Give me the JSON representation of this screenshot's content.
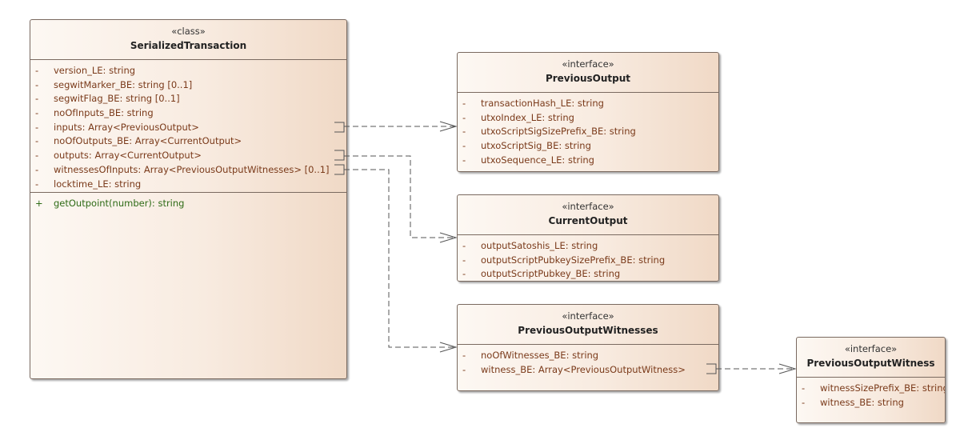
{
  "classes": {
    "serialized_transaction": {
      "stereotype": "«class»",
      "name": "SerializedTransaction",
      "attributes": [
        {
          "vis": "-",
          "text": "version_LE: string"
        },
        {
          "vis": "-",
          "text": "segwitMarker_BE: string [0..1]"
        },
        {
          "vis": "-",
          "text": "segwitFlag_BE: string [0..1]"
        },
        {
          "vis": "-",
          "text": "noOfInputs_BE: string"
        },
        {
          "vis": "-",
          "text": "inputs: Array<PreviousOutput>"
        },
        {
          "vis": "-",
          "text": "noOfOutputs_BE: Array<CurrentOutput>"
        },
        {
          "vis": "-",
          "text": "outputs: Array<CurrentOutput>"
        },
        {
          "vis": "-",
          "text": "witnessesOfInputs: Array<PreviousOutputWitnesses> [0..1]"
        },
        {
          "vis": "-",
          "text": "locktime_LE: string"
        }
      ],
      "operations": [
        {
          "vis": "+",
          "text": "getOutpoint(number): string"
        }
      ]
    },
    "previous_output": {
      "stereotype": "«interface»",
      "name": "PreviousOutput",
      "attributes": [
        {
          "vis": "-",
          "text": "transactionHash_LE: string"
        },
        {
          "vis": "-",
          "text": "utxoIndex_LE: string"
        },
        {
          "vis": "-",
          "text": "utxoScriptSigSizePrefix_BE: string"
        },
        {
          "vis": "-",
          "text": "utxoScriptSig_BE: string"
        },
        {
          "vis": "-",
          "text": "utxoSequence_LE: string"
        }
      ]
    },
    "current_output": {
      "stereotype": "«interface»",
      "name": "CurrentOutput",
      "attributes": [
        {
          "vis": "-",
          "text": "outputSatoshis_LE: string"
        },
        {
          "vis": "-",
          "text": "outputScriptPubkeySizePrefix_BE: string"
        },
        {
          "vis": "-",
          "text": "outputScriptPubkey_BE: string"
        }
      ]
    },
    "previous_output_witnesses": {
      "stereotype": "«interface»",
      "name": "PreviousOutputWitnesses",
      "attributes": [
        {
          "vis": "-",
          "text": "noOfWitnesses_BE: string"
        },
        {
          "vis": "-",
          "text": "witness_BE: Array<PreviousOutputWitness>"
        }
      ]
    },
    "previous_output_witness": {
      "stereotype": "«interface»",
      "name": "PreviousOutputWitness",
      "attributes": [
        {
          "vis": "-",
          "text": "witnessSizePrefix_BE: string"
        },
        {
          "vis": "-",
          "text": "witness_BE: string"
        }
      ]
    }
  },
  "colors": {
    "attribute_text": "#7a3a1a",
    "operation_text": "#2e6b16",
    "border": "#7a6a60",
    "connector": "#555555"
  }
}
